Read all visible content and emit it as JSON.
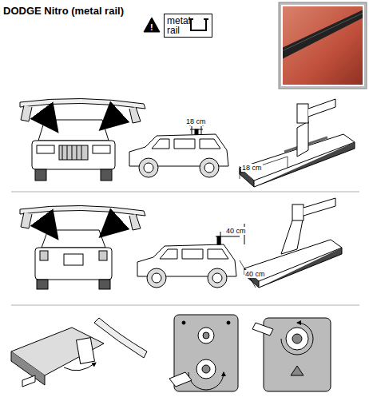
{
  "diagram": {
    "title": "DODGE Nitro (metal rail)",
    "nodes": [
      {
        "text": [
          "metal rail"
        ]
      }
    ],
    "labels": [
      "18 cm",
      "18 cm",
      "40 cm",
      "40 cm"
    ]
  }
}
